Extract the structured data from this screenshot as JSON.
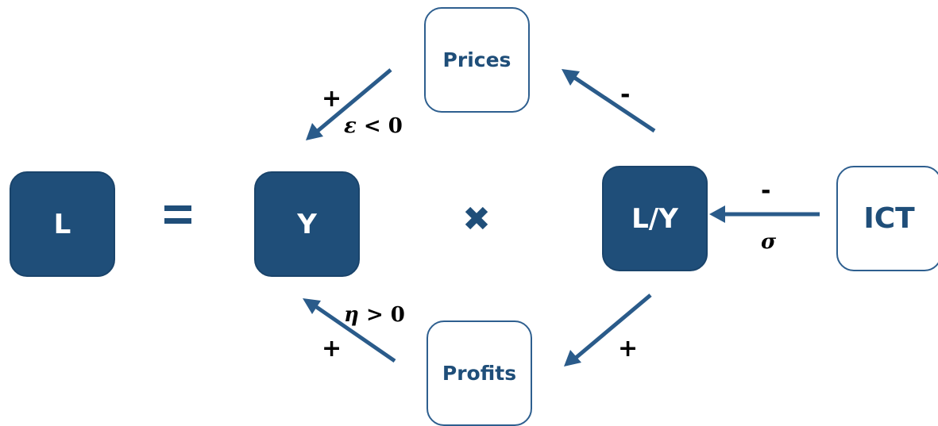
{
  "nodes": {
    "l": "L",
    "y": "Y",
    "ly": "L/Y",
    "ict": "ICT",
    "prices": "Prices",
    "profits": "Profits"
  },
  "operators": {
    "equals": "=",
    "times": "×"
  },
  "edges": {
    "ict_to_ly_sign": "-",
    "ict_to_ly_label": "σ",
    "ly_to_prices_sign": "-",
    "prices_to_y_sign": "+",
    "prices_to_y_label_var": "ε",
    "prices_to_y_label_rest": "< 0",
    "ly_to_profits_sign": "+",
    "profits_to_y_sign": "+",
    "profits_to_y_label_var": "η",
    "profits_to_y_label_rest": "> 0"
  },
  "colors": {
    "primary": "#1f4e79",
    "arrow": "#2a5b8a"
  }
}
